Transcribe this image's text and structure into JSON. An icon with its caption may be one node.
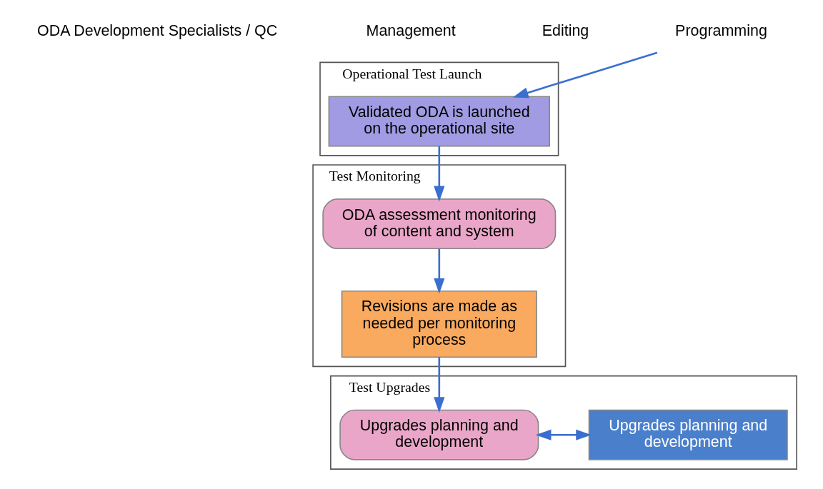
{
  "diagram": {
    "nodes": [
      {
        "text": [
          "Operational Test Launch"
        ]
      },
      {
        "text": [
          "Validated ODA is launched on the operational site"
        ],
        "in": 0
      },
      {
        "text": [
          "Test Monitoring"
        ]
      },
      {
        "text": [
          "ODA assessment monitoring of content and system"
        ],
        "in": 2
      },
      {
        "text": [
          "Revisions are made as needed per monitoring process"
        ],
        "in": 2
      },
      {
        "text": [
          "Test Upgrades"
        ]
      },
      {
        "text": [
          "Upgrades planning and development"
        ],
        "in": 5
      },
      {
        "text": [
          "Upgrades planning and development"
        ],
        "in": 5
      },
      {
        "text": [
          "Programming"
        ]
      }
    ],
    "edges": [
      {
        "from": 8,
        "to": 1,
        "arrow": "to"
      },
      {
        "from": 1,
        "to": 3,
        "arrow": "to"
      },
      {
        "from": 3,
        "to": 4,
        "arrow": "to"
      },
      {
        "from": 4,
        "to": 6,
        "arrow": "to"
      },
      {
        "from": 6,
        "to": 7,
        "arrow": "both"
      }
    ],
    "labels": [
      "ODA Development Specialists / QC",
      "Management",
      "Editing"
    ]
  }
}
